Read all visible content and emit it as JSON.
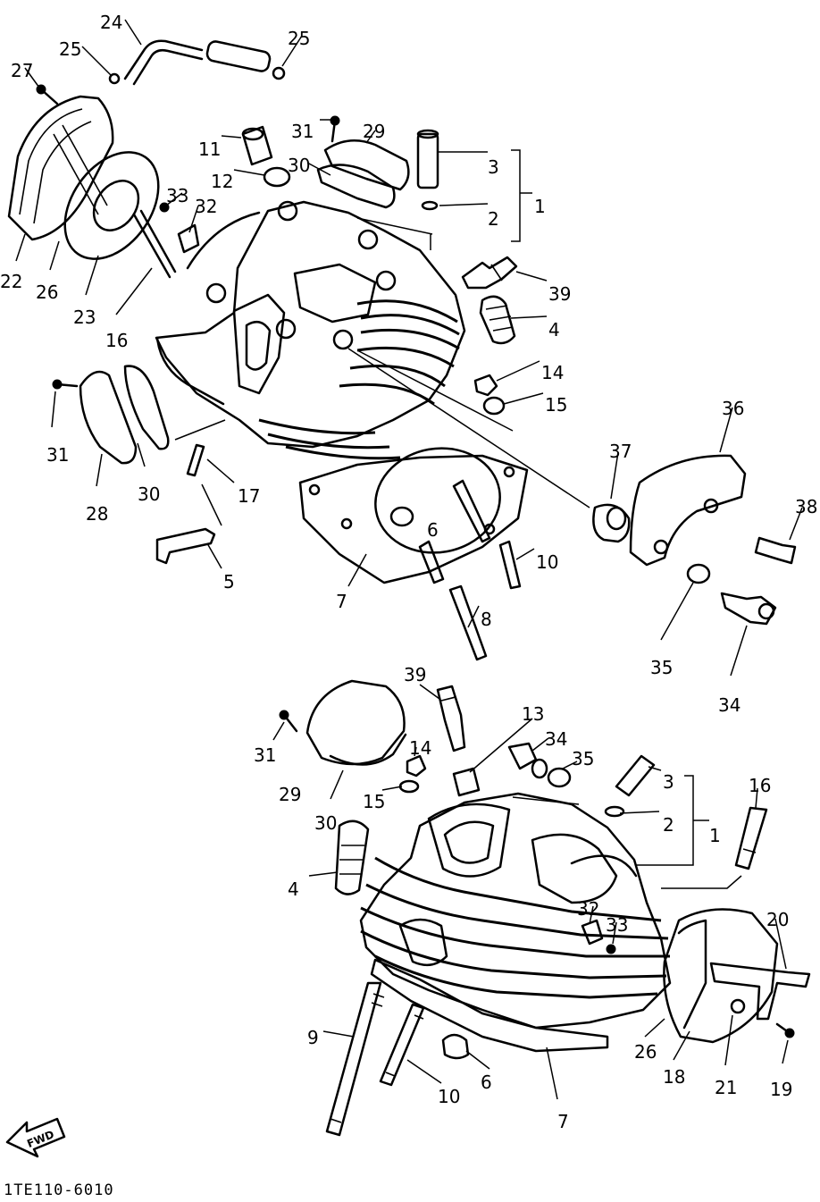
{
  "drawing_code": "1TE110-6010",
  "front_arrow_label": "FWD",
  "part_labels": {
    "top": [
      "24",
      "25",
      "25",
      "27",
      "31",
      "29",
      "11",
      "3",
      "30",
      "1",
      "12",
      "2",
      "33",
      "32",
      "22",
      "26",
      "23",
      "16",
      "39",
      "4",
      "14",
      "15",
      "36",
      "31",
      "30",
      "28",
      "17",
      "37",
      "38",
      "6",
      "5",
      "7",
      "10",
      "8",
      "35",
      "34"
    ],
    "bottom": [
      "39",
      "13",
      "34",
      "35",
      "31",
      "14",
      "3",
      "29",
      "15",
      "16",
      "30",
      "2",
      "1",
      "4",
      "20",
      "32",
      "33",
      "9",
      "26",
      "18",
      "21",
      "19",
      "6",
      "10",
      "7"
    ]
  }
}
